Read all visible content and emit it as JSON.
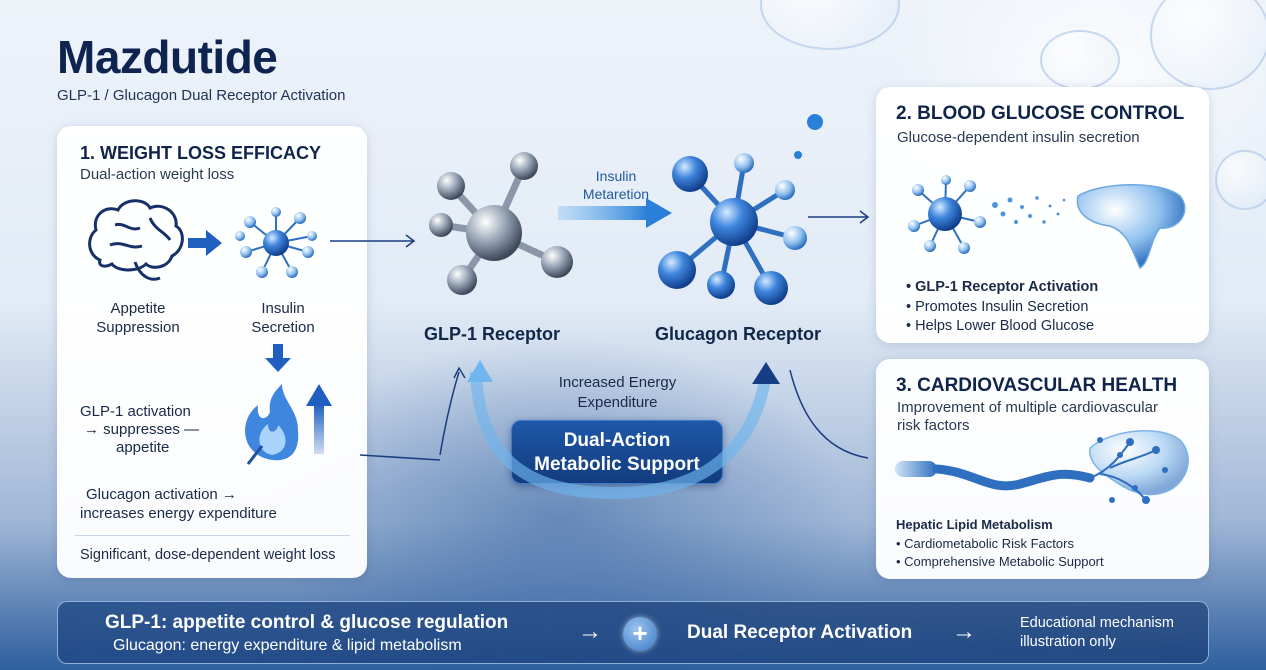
{
  "header": {
    "title": "Mazdutide",
    "subtitle": "GLP-1 / Glucagon Dual Receptor Activation"
  },
  "card_weight": {
    "heading": "1. WEIGHT LOSS EFFICACY",
    "subheading": "Dual-action weight loss",
    "appetite_label": "Appetite Suppression",
    "insulin_label": "Insulin Secretion",
    "glp1_line1": "GLP-1 activation",
    "glp1_line2": "→ suppresses —",
    "glp1_line3": "appetite",
    "glucagon_line1": "Glucagon activation →",
    "glucagon_line2": "increases energy expenditure",
    "footer": "Significant, dose-dependent weight loss"
  },
  "center": {
    "glp1_receptor": "GLP-1 Receptor",
    "glucagon_receptor": "Glucagon Receptor",
    "arrow_label_line1": "Insulin",
    "arrow_label_line2": "Metaretion",
    "energy_line1": "Increased Energy",
    "energy_line2": "Expenditure",
    "dual_line1": "Dual-Action",
    "dual_line2": "Metabolic Support"
  },
  "card_glucose": {
    "heading": "2. BLOOD GLUCOSE CONTROL",
    "subheading": "Glucose-dependent insulin secretion",
    "bullets": [
      "GLP-1 Receptor Activation",
      "Promotes Insulin Secretion",
      "Helps Lower Blood Glucose"
    ]
  },
  "card_cardio": {
    "heading": "3. CARDIOVASCULAR HEALTH",
    "subheading_line1": "Improvement of multiple cardiovascular",
    "subheading_line2": "risk factors",
    "lipid_label": "Hepatic Lipid Metabolism",
    "bullets": [
      "Cardiometabolic Risk Factors",
      "Comprehensive Metabolic Support"
    ]
  },
  "bottom": {
    "line1": "GLP-1: appetite control & glucose regulation",
    "line2": "Glucagon: energy expenditure & lipid metabolism",
    "plus": "+",
    "arrow": "→",
    "dual": "Dual Receptor Activation",
    "note_line1": "Educational mechanism",
    "note_line2": "illustration only"
  },
  "colors": {
    "navy": "#0f2350",
    "accent_blue": "#1f5fc0",
    "molecule_blue": "#2f6fd0",
    "molecule_silver": "#9aa7b8"
  },
  "icons": [
    "brain-icon",
    "insulin-cell-icon",
    "flame-icon",
    "glp1-molecule-icon",
    "glucagon-molecule-icon",
    "pancreas-icon",
    "vessel-icon",
    "liver-icon"
  ]
}
